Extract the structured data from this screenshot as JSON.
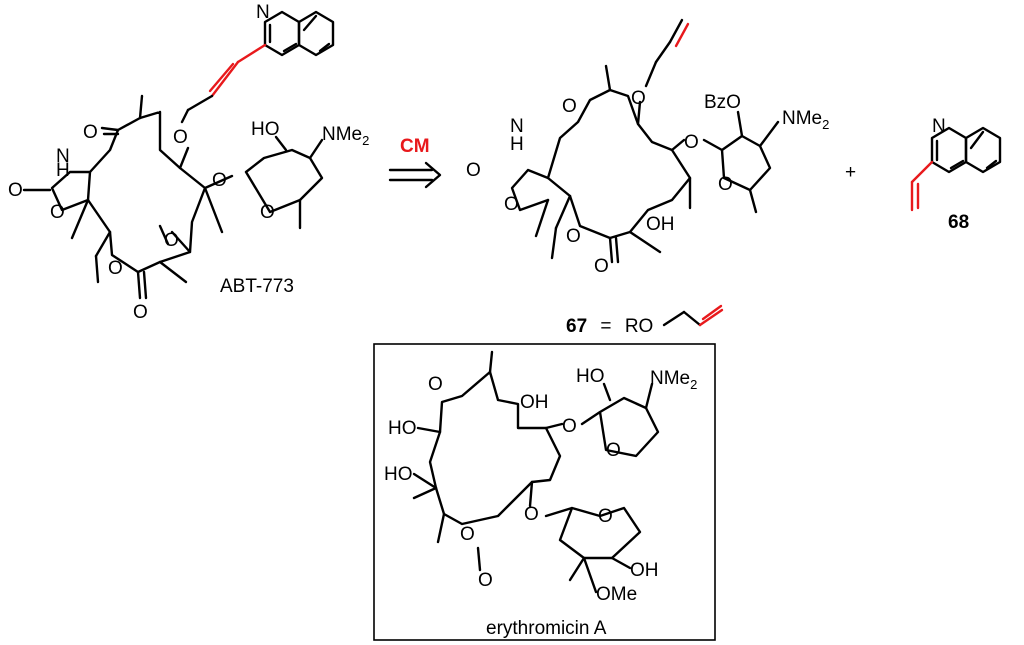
{
  "scheme": {
    "arrow_label": "CM",
    "arrow_label_color": "#e8191c",
    "plus": "+",
    "compounds": {
      "abt": {
        "name": "ABT-773",
        "atoms": {
          "n_quin": "N",
          "o_ketone": "O",
          "o_ether": "O",
          "hn": "N",
          "h_nh": "H",
          "o_carb": "O",
          "o_ring": "O",
          "o_lact_ring": "O",
          "o_lact_co": "O",
          "o_k2": "O",
          "o_sug": "O",
          "ho": "HO",
          "nme2": "NMe",
          "nme2_sub": "2",
          "o_pyr": "O"
        }
      },
      "c67": {
        "number": "67",
        "equals": "=",
        "r_group": "RO",
        "atoms": {
          "o_ketone": "O",
          "o_allyl": "O",
          "hn": "N",
          "h_nh": "H",
          "o_carb": "O",
          "o_ring": "O",
          "o_lact_ring": "O",
          "o_lact_co": "O",
          "oh": "OH",
          "o_sug": "O",
          "bzo": "BzO",
          "nme2": "NMe",
          "nme2_sub": "2",
          "o_pyr": "O"
        }
      },
      "c68": {
        "number": "68",
        "atoms": {
          "n_quin": "N"
        }
      },
      "ery": {
        "name": "erythromicin A",
        "atoms": {
          "o_ketone": "O",
          "oh_top": "OH",
          "ho1": "HO",
          "ho2": "HO",
          "o_lact_ring": "O",
          "o_lact_co": "O",
          "o_sug1": "O",
          "ho_sug": "HO",
          "nme2": "NMe",
          "nme2_sub": "2",
          "o_pyr1": "O",
          "o_sug2": "O",
          "o_pyr2": "O",
          "oh_clad": "OH",
          "ome": "OMe"
        }
      }
    }
  }
}
